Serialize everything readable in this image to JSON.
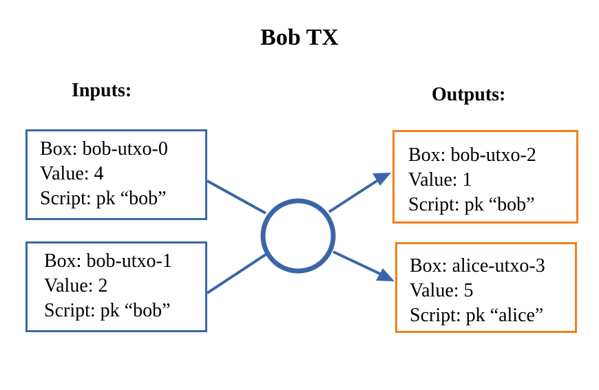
{
  "title": "Bob TX",
  "inputs": {
    "heading": "Inputs:",
    "boxes": [
      {
        "box": "Box: bob-utxo-0",
        "value": "Value: 4",
        "script": "Script: pk “bob”"
      },
      {
        "box": "Box: bob-utxo-1",
        "value": "Value: 2",
        "script": "Script: pk “bob”"
      }
    ]
  },
  "outputs": {
    "heading": "Outputs:",
    "boxes": [
      {
        "box": "Box: bob-utxo-2",
        "value": "Value: 1",
        "script": "Script: pk “bob”"
      },
      {
        "box": "Box: alice-utxo-3",
        "value": "Value: 5",
        "script": "Script: pk “alice”"
      }
    ]
  },
  "colors": {
    "input_border": "#3a66a8",
    "output_border": "#ef7f1a",
    "connector": "#3a66a8"
  }
}
